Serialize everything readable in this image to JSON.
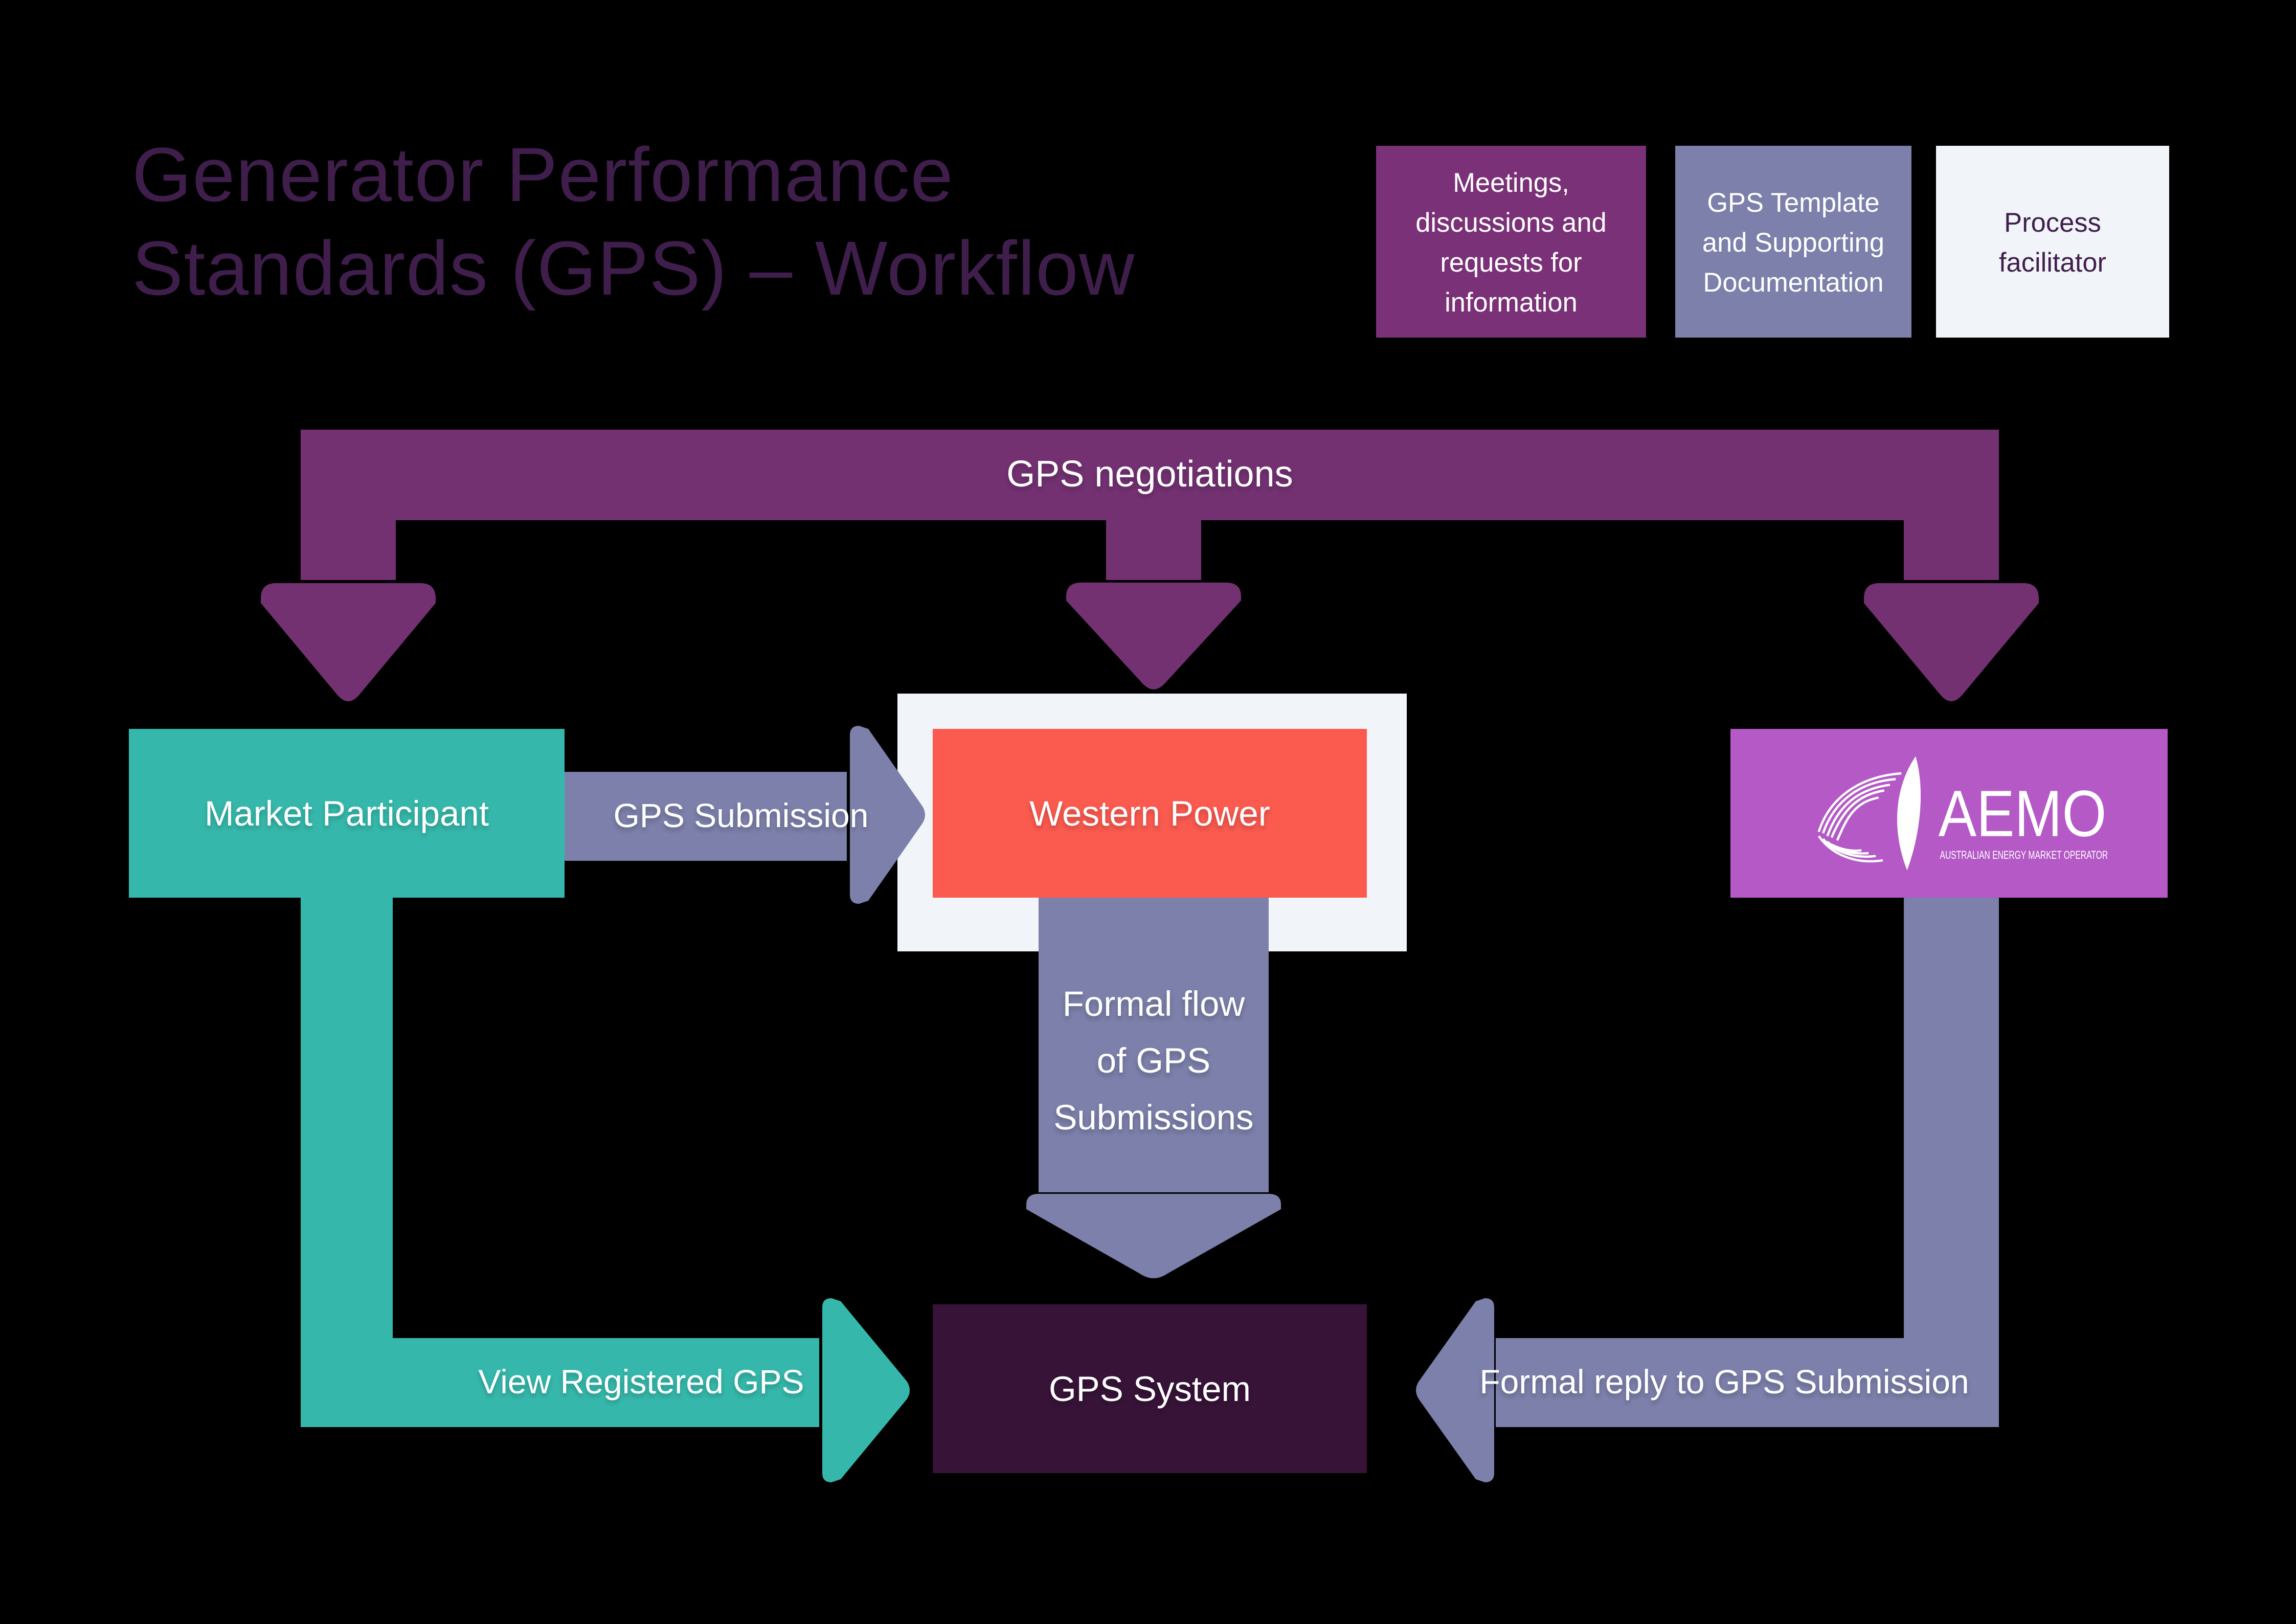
{
  "title": "Generator Performance\nStandards (GPS) – Workflow",
  "legend": {
    "items": [
      {
        "label": "Meetings,\ndiscussions and\nrequests for\ninformation"
      },
      {
        "label": "GPS Template\nand Supporting\nDocumentation"
      },
      {
        "label": "Process\nfacilitator"
      }
    ]
  },
  "banner": {
    "label": "GPS negotiations"
  },
  "nodes": {
    "market_participant": {
      "label": "Market Participant"
    },
    "western_power": {
      "label": "Western Power"
    },
    "aemo": {
      "label": "AEMO",
      "tagline": "AUSTRALIAN ENERGY MARKET OPERATOR"
    },
    "gps_system": {
      "label": "GPS System"
    }
  },
  "arrows": {
    "gps_submission": {
      "label": "GPS Submission"
    },
    "formal_flow": {
      "label": "Formal flow\nof GPS\nSubmissions"
    },
    "view_registered": {
      "label": "View Registered GPS"
    },
    "formal_reply": {
      "label": "Formal reply to GPS Submission"
    }
  },
  "colors": {
    "bg": "#000000",
    "title_purple": "#3f1e4c",
    "band_purple": "#733172",
    "legend_purple": "#7a3177",
    "slate": "#7c80aa",
    "teal": "#35b8ab",
    "coral": "#fb5a4f",
    "white_box": "#f1f4f9",
    "aemo_purple": "#b459c6",
    "gps_dark": "#371338"
  }
}
